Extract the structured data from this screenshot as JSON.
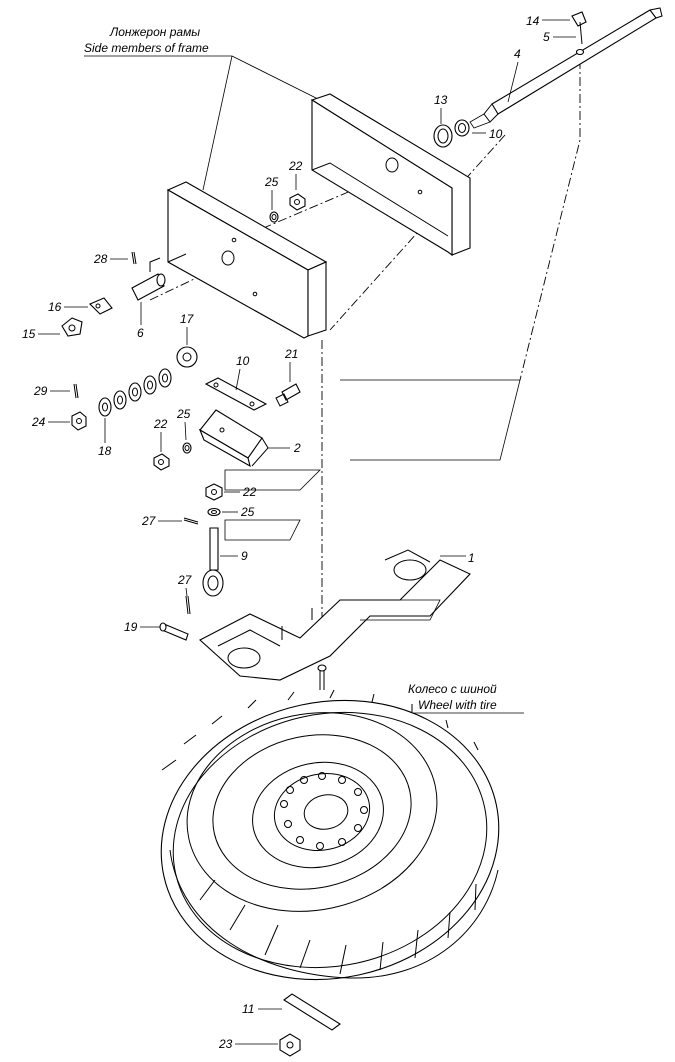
{
  "captions": {
    "frame_ru": "Лонжерон рамы",
    "frame_en": "Side members of frame",
    "wheel_ru": "Колесо с шиной",
    "wheel_en": "Wheel with tire"
  },
  "callouts": [
    {
      "id": "14",
      "text": "14"
    },
    {
      "id": "5",
      "text": "5"
    },
    {
      "id": "4",
      "text": "4"
    },
    {
      "id": "13",
      "text": "13"
    },
    {
      "id": "10a",
      "text": "10"
    },
    {
      "id": "22a",
      "text": "22"
    },
    {
      "id": "25a",
      "text": "25"
    },
    {
      "id": "28",
      "text": "28"
    },
    {
      "id": "16",
      "text": "16"
    },
    {
      "id": "15",
      "text": "15"
    },
    {
      "id": "6",
      "text": "6"
    },
    {
      "id": "17",
      "text": "17"
    },
    {
      "id": "10b",
      "text": "10"
    },
    {
      "id": "21",
      "text": "21"
    },
    {
      "id": "29",
      "text": "29"
    },
    {
      "id": "24",
      "text": "24"
    },
    {
      "id": "18",
      "text": "18"
    },
    {
      "id": "22b",
      "text": "22"
    },
    {
      "id": "25b",
      "text": "25"
    },
    {
      "id": "2",
      "text": "2"
    },
    {
      "id": "22c",
      "text": "22"
    },
    {
      "id": "25c",
      "text": "25"
    },
    {
      "id": "27a",
      "text": "27"
    },
    {
      "id": "9",
      "text": "9"
    },
    {
      "id": "1",
      "text": "1"
    },
    {
      "id": "27b",
      "text": "27"
    },
    {
      "id": "19",
      "text": "19"
    },
    {
      "id": "11",
      "text": "11"
    },
    {
      "id": "23",
      "text": "23"
    }
  ]
}
